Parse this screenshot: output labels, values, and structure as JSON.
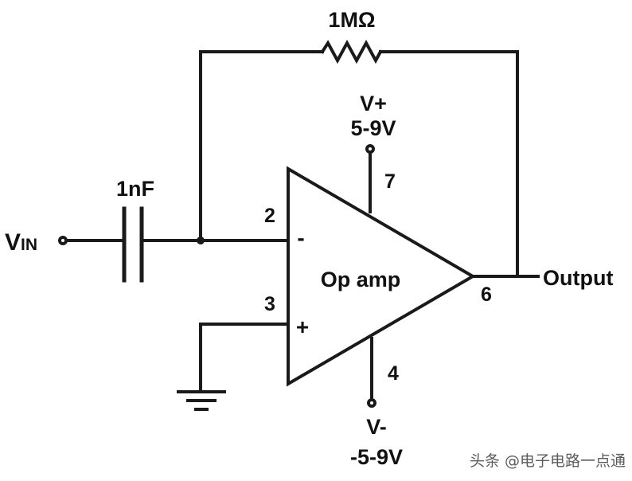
{
  "resistor": {
    "value": "1MΩ"
  },
  "capacitor": {
    "value": "1nF"
  },
  "input": {
    "label_main": "V",
    "label_sub": "IN"
  },
  "opamp": {
    "body_label": "Op amp",
    "inverting_sign": "-",
    "noninverting_sign": "+"
  },
  "pins": {
    "inverting": "2",
    "noninverting": "3",
    "output": "6",
    "vplus": "7",
    "vminus": "4"
  },
  "supply": {
    "positive_name": "V+",
    "positive_range": "5-9V",
    "negative_name": "V-",
    "negative_range": "-5-9V"
  },
  "output": {
    "label": "Output"
  },
  "watermark": {
    "text": "头条 @电子电路一点通"
  },
  "colors": {
    "line": "#1a1a1a",
    "text": "#111111",
    "background": "#ffffff"
  }
}
